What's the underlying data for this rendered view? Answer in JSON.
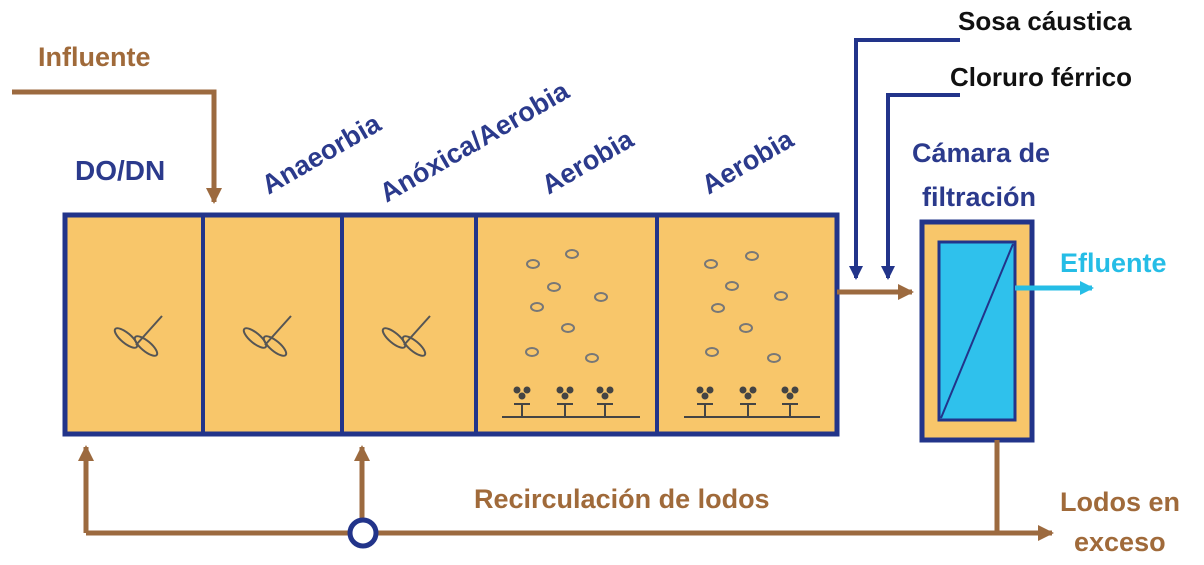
{
  "labels": {
    "influente": "Influente",
    "do_dn": "DO/DN",
    "anaerobia": "Anaeorbia",
    "anoxica": "Anóxica/Aerobia",
    "aerobia_1": "Aerobia",
    "aerobia_2": "Aerobia",
    "sosa": "Sosa cáustica",
    "cloruro": "Cloruro férrico",
    "camara_line1": "Cámara de",
    "camara_line2": "filtración",
    "efluente": "Efluente",
    "recirculacion": "Recirculación de lodos",
    "lodos_line1": "Lodos en",
    "lodos_line2": "exceso"
  },
  "colors": {
    "tank_fill": "#f8c66a",
    "tank_border": "#22348a",
    "pipe_brown": "#9c6a3f",
    "chem_line": "#22348a",
    "filter_fill": "#2fc1ec",
    "efluente_arrow": "#25bde6"
  }
}
